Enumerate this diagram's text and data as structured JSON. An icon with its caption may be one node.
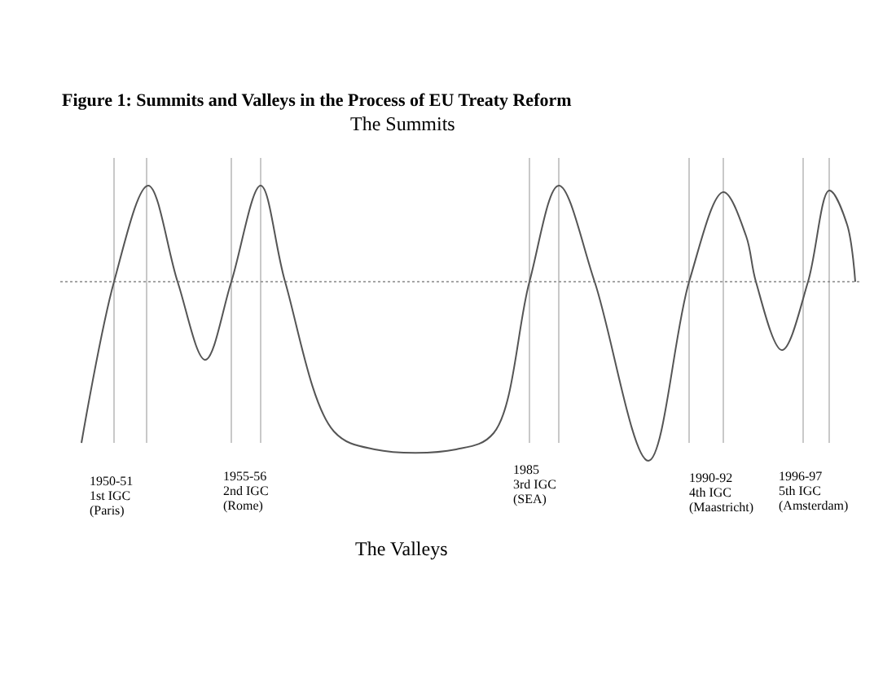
{
  "diagram": {
    "title": "Figure 1: Summits and Valleys in the Process of EU Treaty Reform",
    "labels": [
      "The Summits",
      "1950-51",
      "1st IGC",
      "(Paris)",
      "1955-56",
      "2nd IGC",
      "(Rome)",
      "1985",
      "3rd IGC",
      "(SEA)",
      "1990-92",
      "4th IGC",
      "(Maastricht)",
      "1996-97",
      "5th IGC",
      "(Amsterdam)",
      "The Valleys"
    ]
  }
}
